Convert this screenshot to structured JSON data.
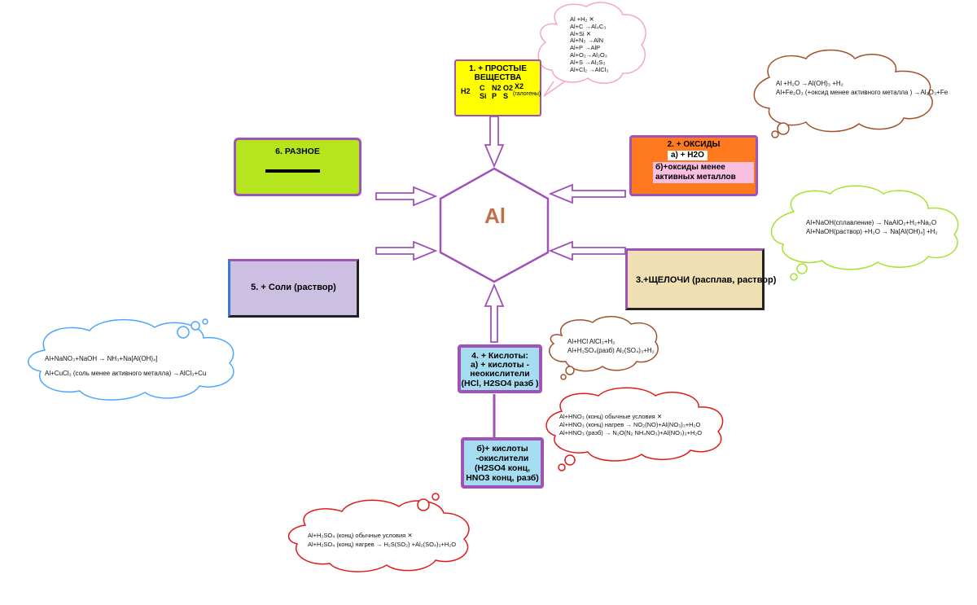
{
  "center": {
    "label": "Al"
  },
  "boxes": {
    "simple": {
      "title_line1": "1. + ПРОСТЫЕ",
      "title_line2": "ВЕЩЕСТВА",
      "cells": [
        "H2",
        "C",
        "Si",
        "N2",
        "P",
        "O2",
        "S",
        "X2",
        "(галогены)"
      ]
    },
    "oxides": {
      "title": "2. + ОКСИДЫ",
      "a": "а) + H2O",
      "b": "б)+оксиды менее активных металлов"
    },
    "alkali": {
      "title": "3.+ЩЕЛОЧИ (расплав, раствор)"
    },
    "acids": {
      "title": "4. + Кислоты:",
      "line2": "а) + кислоты -",
      "line3": "неокислители",
      "line4": "(HCl, H2SO4 разб )"
    },
    "oxacids": {
      "line1": "б)+ кислоты",
      "line2": "-окислители",
      "line3": "(H2SO4 конц,",
      "line4": "HNO3 конц, разб)"
    },
    "salts": {
      "title": "5. + Соли (раствор)"
    },
    "misc": {
      "title": "6. РАЗНОЕ"
    }
  },
  "clouds": {
    "simple": {
      "lines": [
        "Al +H₂ ✕",
        "Al+C →Al₄C₃",
        "Al+Si ✕",
        "Al+N₂ →AlN",
        "Al+P →AlP",
        "Al+O₂→Al₂O₃",
        "Al+S →Al₂S₃",
        "Al+Cl₂ →AlCl₃"
      ]
    },
    "oxides": {
      "lines": [
        "Al +H₂O →Al(OH)₃ +H₂",
        "Al+Fe₂O₃ (+оксид менее активного металла ) →Al₂O₃+Fe"
      ]
    },
    "alkali": {
      "lines": [
        "Al+NaOH(сплавление) → NaAlO₂+H₂+Na₂O",
        "Al+NaOH(раствор) +H₂O → Na[Al(OH)₄] +H₂"
      ]
    },
    "acids": {
      "lines": [
        "Al+HCl     AlCl₃+H₂",
        "Al+H₂SO₄(разб)  Al₂(SO₄)₃+H₂"
      ]
    },
    "nitric": {
      "lines": [
        "Al+HNO₃ (конц)   обычные условия ✕",
        "Al+HNO₃ (конц) нагрев → NO₂(NO)+Al(NO₃)₃+H₂O",
        "Al+HNO₃ (разб) → N₂O(N₂ NH₄NO₃)+Al(NO₃)₃+H₂O"
      ]
    },
    "sulfuric": {
      "lines": [
        "Al+H₂SO₄ (конц)   обычные условия ✕",
        "Al+H₂SO₄ (конц) нагрев → H₂S(SO₂) +Al₂(SO₄)₃+H₂O"
      ]
    },
    "salts": {
      "lines": [
        "Al+NaNO₃+NaOH  →  NH₃+Na[Al(OH)₄]",
        "Al+CuCl₂ (соль менее активного металла) →AlCl₃+Cu"
      ]
    }
  },
  "colors": {
    "hex_stroke": "#a052b8",
    "hex_label": "#c0704a",
    "arrow": "#a052b8",
    "cloud_pink": "#f4a6c8",
    "cloud_brown": "#a0522d",
    "cloud_green": "#a6e22e",
    "cloud_red": "#e01b1b",
    "cloud_blue": "#4da6ff"
  }
}
